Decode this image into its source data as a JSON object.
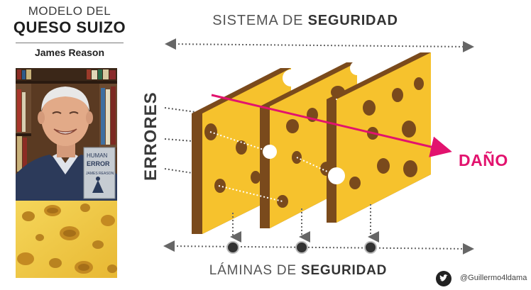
{
  "title": {
    "line1": "MODELO DEL",
    "line2": "QUESO SUIZO",
    "author": "James Reason"
  },
  "book": {
    "title_line1": "HUMAN",
    "title_line2": "ERROR",
    "book_author": "JAMES REASON"
  },
  "header": {
    "prefix": "SISTEMA DE ",
    "bold": "SEGURIDAD"
  },
  "footer": {
    "prefix": "LÁMINAS DE ",
    "bold": "SEGURIDAD"
  },
  "left_label": "ERRORES",
  "right_label": "DAÑO",
  "credit": {
    "handle": "@Guillermo4ldama",
    "icon": "twitter-icon"
  },
  "colors": {
    "cheese_face": "#f6c22d",
    "cheese_edge": "#7a4a1c",
    "accent": "#e2136e",
    "dotted": "#666666"
  }
}
